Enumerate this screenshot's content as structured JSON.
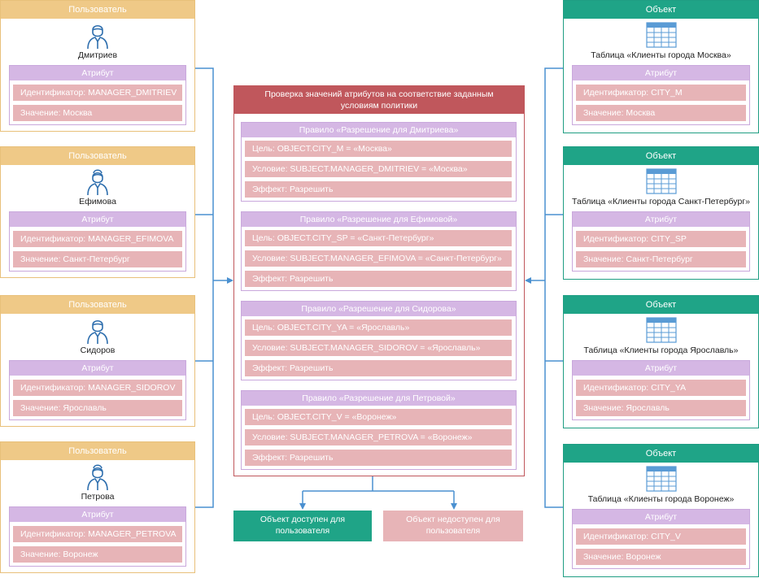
{
  "users": [
    {
      "header": "Пользователь",
      "name": "Дмитриев",
      "icon": "male-user-icon",
      "attr_header": "Атрибут",
      "id_text": "Идентификатор: MANAGER_DMITRIEV",
      "value_text": "Значение: Москва"
    },
    {
      "header": "Пользователь",
      "name": "Ефимова",
      "icon": "female-user-icon",
      "attr_header": "Атрибут",
      "id_text": "Идентификатор: MANAGER_EFIMOVA",
      "value_text": "Значение: Санкт-Петербург"
    },
    {
      "header": "Пользователь",
      "name": "Сидоров",
      "icon": "male-user-icon",
      "attr_header": "Атрибут",
      "id_text": "Идентификатор: MANAGER_SIDOROV",
      "value_text": "Значение: Ярославль"
    },
    {
      "header": "Пользователь",
      "name": "Петрова",
      "icon": "female-user-icon",
      "attr_header": "Атрибут",
      "id_text": "Идентификатор: MANAGER_PETROVA",
      "value_text": "Значение: Воронеж"
    }
  ],
  "objects": [
    {
      "header": "Объект",
      "name": "Таблица «Клиенты города Москва»",
      "icon": "table-icon",
      "attr_header": "Атрибут",
      "id_text": "Идентификатор: CITY_M",
      "value_text": "Значение: Москва"
    },
    {
      "header": "Объект",
      "name": "Таблица «Клиенты города Санкт-Петербург»",
      "icon": "table-icon",
      "attr_header": "Атрибут",
      "id_text": "Идентификатор: CITY_SP",
      "value_text": "Значение: Санкт-Петербург"
    },
    {
      "header": "Объект",
      "name": "Таблица «Клиенты города Ярославль»",
      "icon": "table-icon",
      "attr_header": "Атрибут",
      "id_text": "Идентификатор: CITY_YA",
      "value_text": "Значение: Ярославль"
    },
    {
      "header": "Объект",
      "name": "Таблица «Клиенты города Воронеж»",
      "icon": "table-icon",
      "attr_header": "Атрибут",
      "id_text": "Идентификатор: CITY_V",
      "value_text": "Значение: Воронеж"
    }
  ],
  "policy": {
    "title": "Проверка значений атрибутов на соответствие заданным условиям политики",
    "rules": [
      {
        "title": "Правило «Разрешение для Дмитриева»",
        "target": "Цель: OBJECT.CITY_M = «Москва»",
        "condition": "Условие: SUBJECT.MANAGER_DMITRIEV = «Москва»",
        "effect": "Эффект: Разрешить"
      },
      {
        "title": "Правило «Разрешение для Ефимовой»",
        "target": "Цель: OBJECT.CITY_SP = «Санкт-Петербург»",
        "condition": "Условие: SUBJECT.MANAGER_EFIMOVA = «Санкт-Петербург»",
        "effect": "Эффект: Разрешить"
      },
      {
        "title": "Правило «Разрешение для Сидорова»",
        "target": "Цель: OBJECT.CITY_YA = «Ярославль»",
        "condition": "Условие: SUBJECT.MANAGER_SIDOROV = «Ярославль»",
        "effect": "Эффект: Разрешить"
      },
      {
        "title": "Правило «Разрешение для Петровой»",
        "target": "Цель: OBJECT.CITY_V = «Воронеж»",
        "condition": "Условие: SUBJECT.MANAGER_PETROVA = «Воронеж»",
        "effect": "Эффект: Разрешить"
      }
    ]
  },
  "results": {
    "allowed": "Объект доступен для пользователя",
    "denied": "Объект недоступен для пользователя"
  },
  "colors": {
    "user_header": "#efc987",
    "object_header": "#1fa487",
    "attribute_header": "#d5b7e4",
    "attribute_row": "#e7b4b7",
    "policy_header": "#c0575c",
    "connector": "#4a90d0",
    "allowed": "#1fa487",
    "denied": "#e7b4b7"
  }
}
